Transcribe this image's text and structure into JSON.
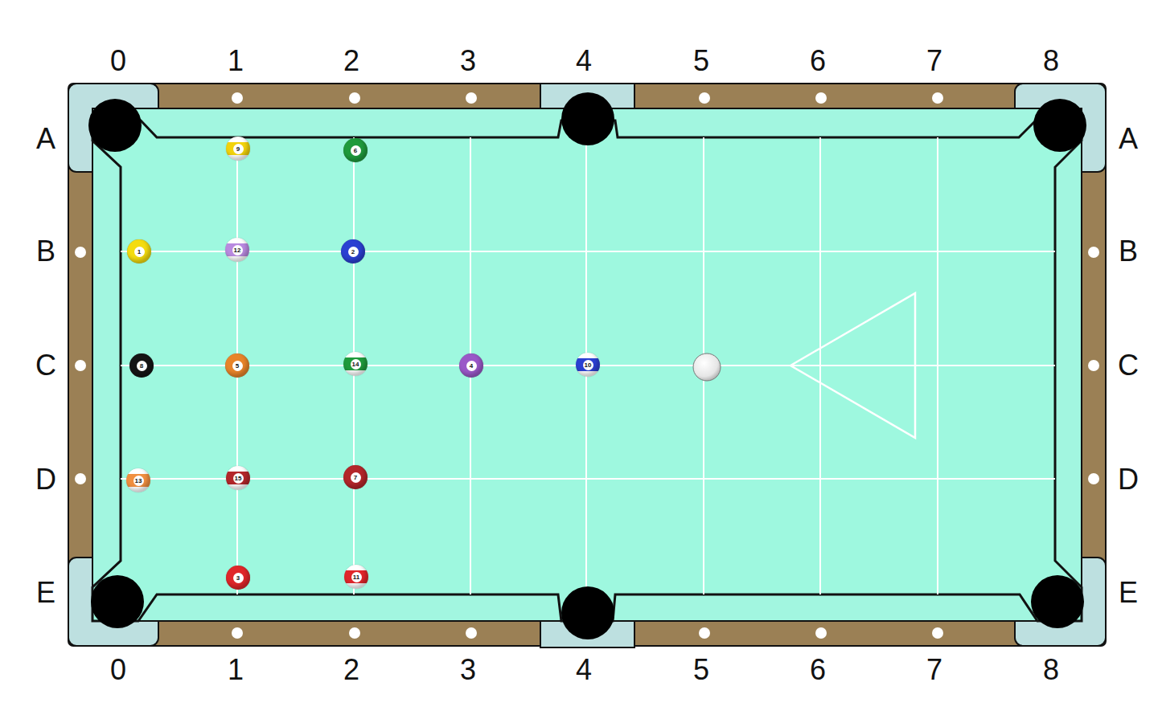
{
  "diagram": {
    "nodes": [
      {
        "text": [
          "9"
        ]
      },
      {
        "text": [
          "6"
        ]
      },
      {
        "text": [
          "1"
        ]
      },
      {
        "text": [
          "12"
        ]
      },
      {
        "text": [
          "2"
        ]
      },
      {
        "text": [
          "8"
        ]
      },
      {
        "text": [
          "5"
        ]
      },
      {
        "text": [
          "14"
        ]
      },
      {
        "text": [
          "4"
        ]
      },
      {
        "text": [
          "10"
        ]
      },
      {
        "text": [
          "13"
        ]
      },
      {
        "text": [
          "15"
        ]
      },
      {
        "text": [
          "7"
        ]
      },
      {
        "text": [
          "3"
        ]
      },
      {
        "text": [
          "11"
        ]
      }
    ],
    "labels": [
      "0",
      "1",
      "2",
      "3",
      "4",
      "5",
      "6",
      "7",
      "8",
      "A",
      "A",
      "B",
      "B",
      "C",
      "C",
      "D",
      "D",
      "E",
      "E",
      "0",
      "1",
      "2",
      "3",
      "4",
      "5",
      "6",
      "7",
      "8"
    ]
  }
}
